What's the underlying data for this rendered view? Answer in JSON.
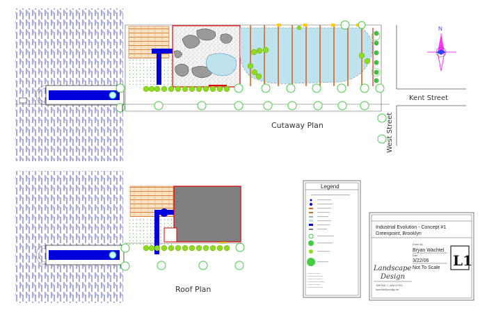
{
  "labels": {
    "cutaway_plan": "Cutaway Plan",
    "roof_plan": "Roof Plan",
    "kent_street": "Kent Street",
    "west_street": "West Street",
    "north": "N"
  },
  "legend": {
    "title": "Legend"
  },
  "title_block": {
    "project": "Industrial Evolution - Concept #1",
    "location": "Greenpoint, Brooklyn",
    "drawn_by_label": "Drawn By:",
    "drawn_by": "Bryan Wachtel",
    "date_label": "Date:",
    "date": "3/22/06",
    "scale": "Not To Scale",
    "sheet": "L1",
    "logo_line1": "Landscape",
    "logo_line2": "Design",
    "designer": "BRYAN J. WACHTEL",
    "email": "bwachtel@prodigy.net"
  },
  "colors": {
    "water": "#0000dd",
    "pond": "#bfe3ee",
    "wood": "#d2691e",
    "wood_bg": "#fae3c2",
    "shrub": "#8fdc1e",
    "tree": "#44cc44",
    "building": "#dd0000",
    "roof": "#808080",
    "compass": "#ff33ff"
  }
}
